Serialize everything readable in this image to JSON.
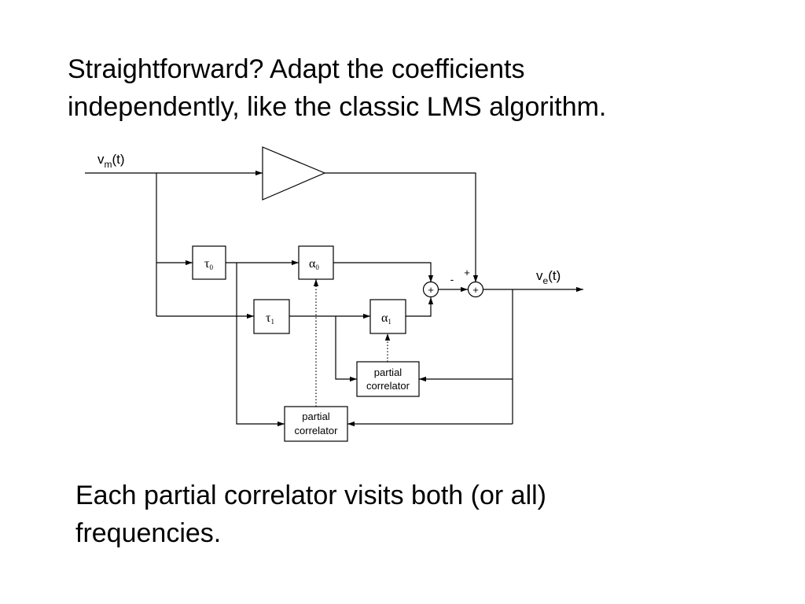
{
  "slide": {
    "title_lines": [
      "Straightforward?  Adapt the coefficients",
      "independently, like the classic LMS algorithm."
    ],
    "caption_lines": [
      "Each partial correlator visits both (or all)",
      "frequencies."
    ]
  },
  "diagram": {
    "input_label": {
      "base": "v",
      "sub": "m",
      "rest": "(t)"
    },
    "output_label": {
      "base": "v",
      "sub": "e",
      "rest": "(t)"
    },
    "delay0": {
      "symbol": "τ",
      "sub": "0"
    },
    "delay1": {
      "symbol": "τ",
      "sub": "1"
    },
    "coef0": {
      "symbol": "α",
      "sub": "0"
    },
    "coef1": {
      "symbol": "α",
      "sub": "1"
    },
    "sum1_sign": "+",
    "sum2_sign": "+",
    "minus_sign": "-",
    "plus_sign": "+",
    "correlator_top": {
      "line1": "partial",
      "line2": "correlator"
    },
    "correlator_bottom": {
      "line1": "partial",
      "line2": "correlator"
    }
  }
}
